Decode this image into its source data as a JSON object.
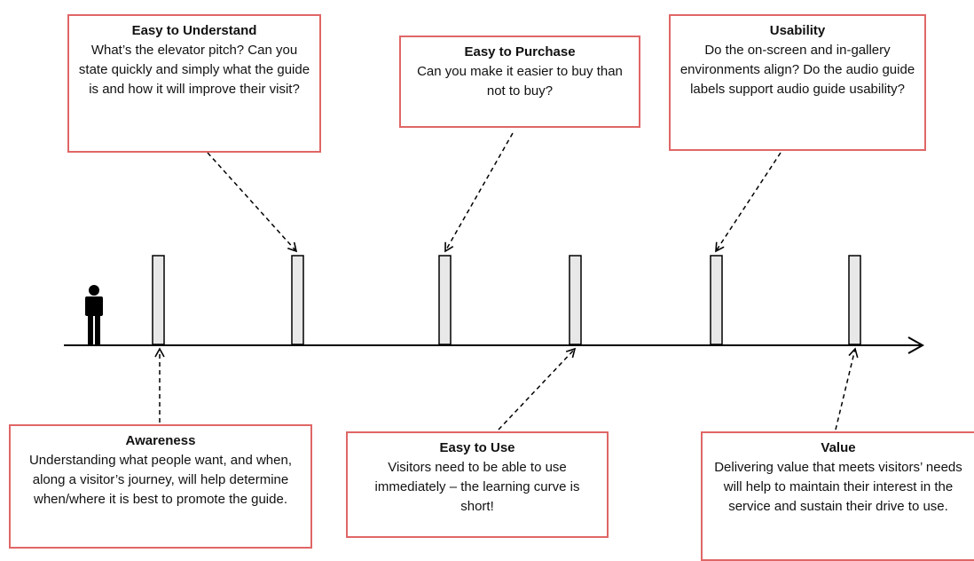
{
  "boxes": {
    "easy_to_understand": {
      "title": "Easy to Understand",
      "body": "What’s the elevator pitch? Can you state quickly and simply what the guide is and how it will improve their visit?"
    },
    "easy_to_purchase": {
      "title": "Easy to Purchase",
      "body": "Can you make it easier to buy than not to buy?"
    },
    "usability": {
      "title": "Usability",
      "body": "Do the on-screen and in-gallery environments align? Do the audio guide labels support audio guide usability?"
    },
    "awareness": {
      "title": "Awareness",
      "body": "Understanding what people want, and when, along a visitor’s journey,  will help determine when/where it is best to promote the guide."
    },
    "easy_to_use": {
      "title": "Easy to Use",
      "body": "Visitors need to be able to use immediately – the learning curve is short!"
    },
    "value": {
      "title": "Value",
      "body": "Delivering value that meets visitors’ needs will help to maintain their interest in the service and sustain their drive to use."
    }
  },
  "colors": {
    "box_border": "#e06666",
    "marker_fill": "#e8e8e8",
    "line": "#000000"
  },
  "icons": {
    "person": "person-icon"
  }
}
